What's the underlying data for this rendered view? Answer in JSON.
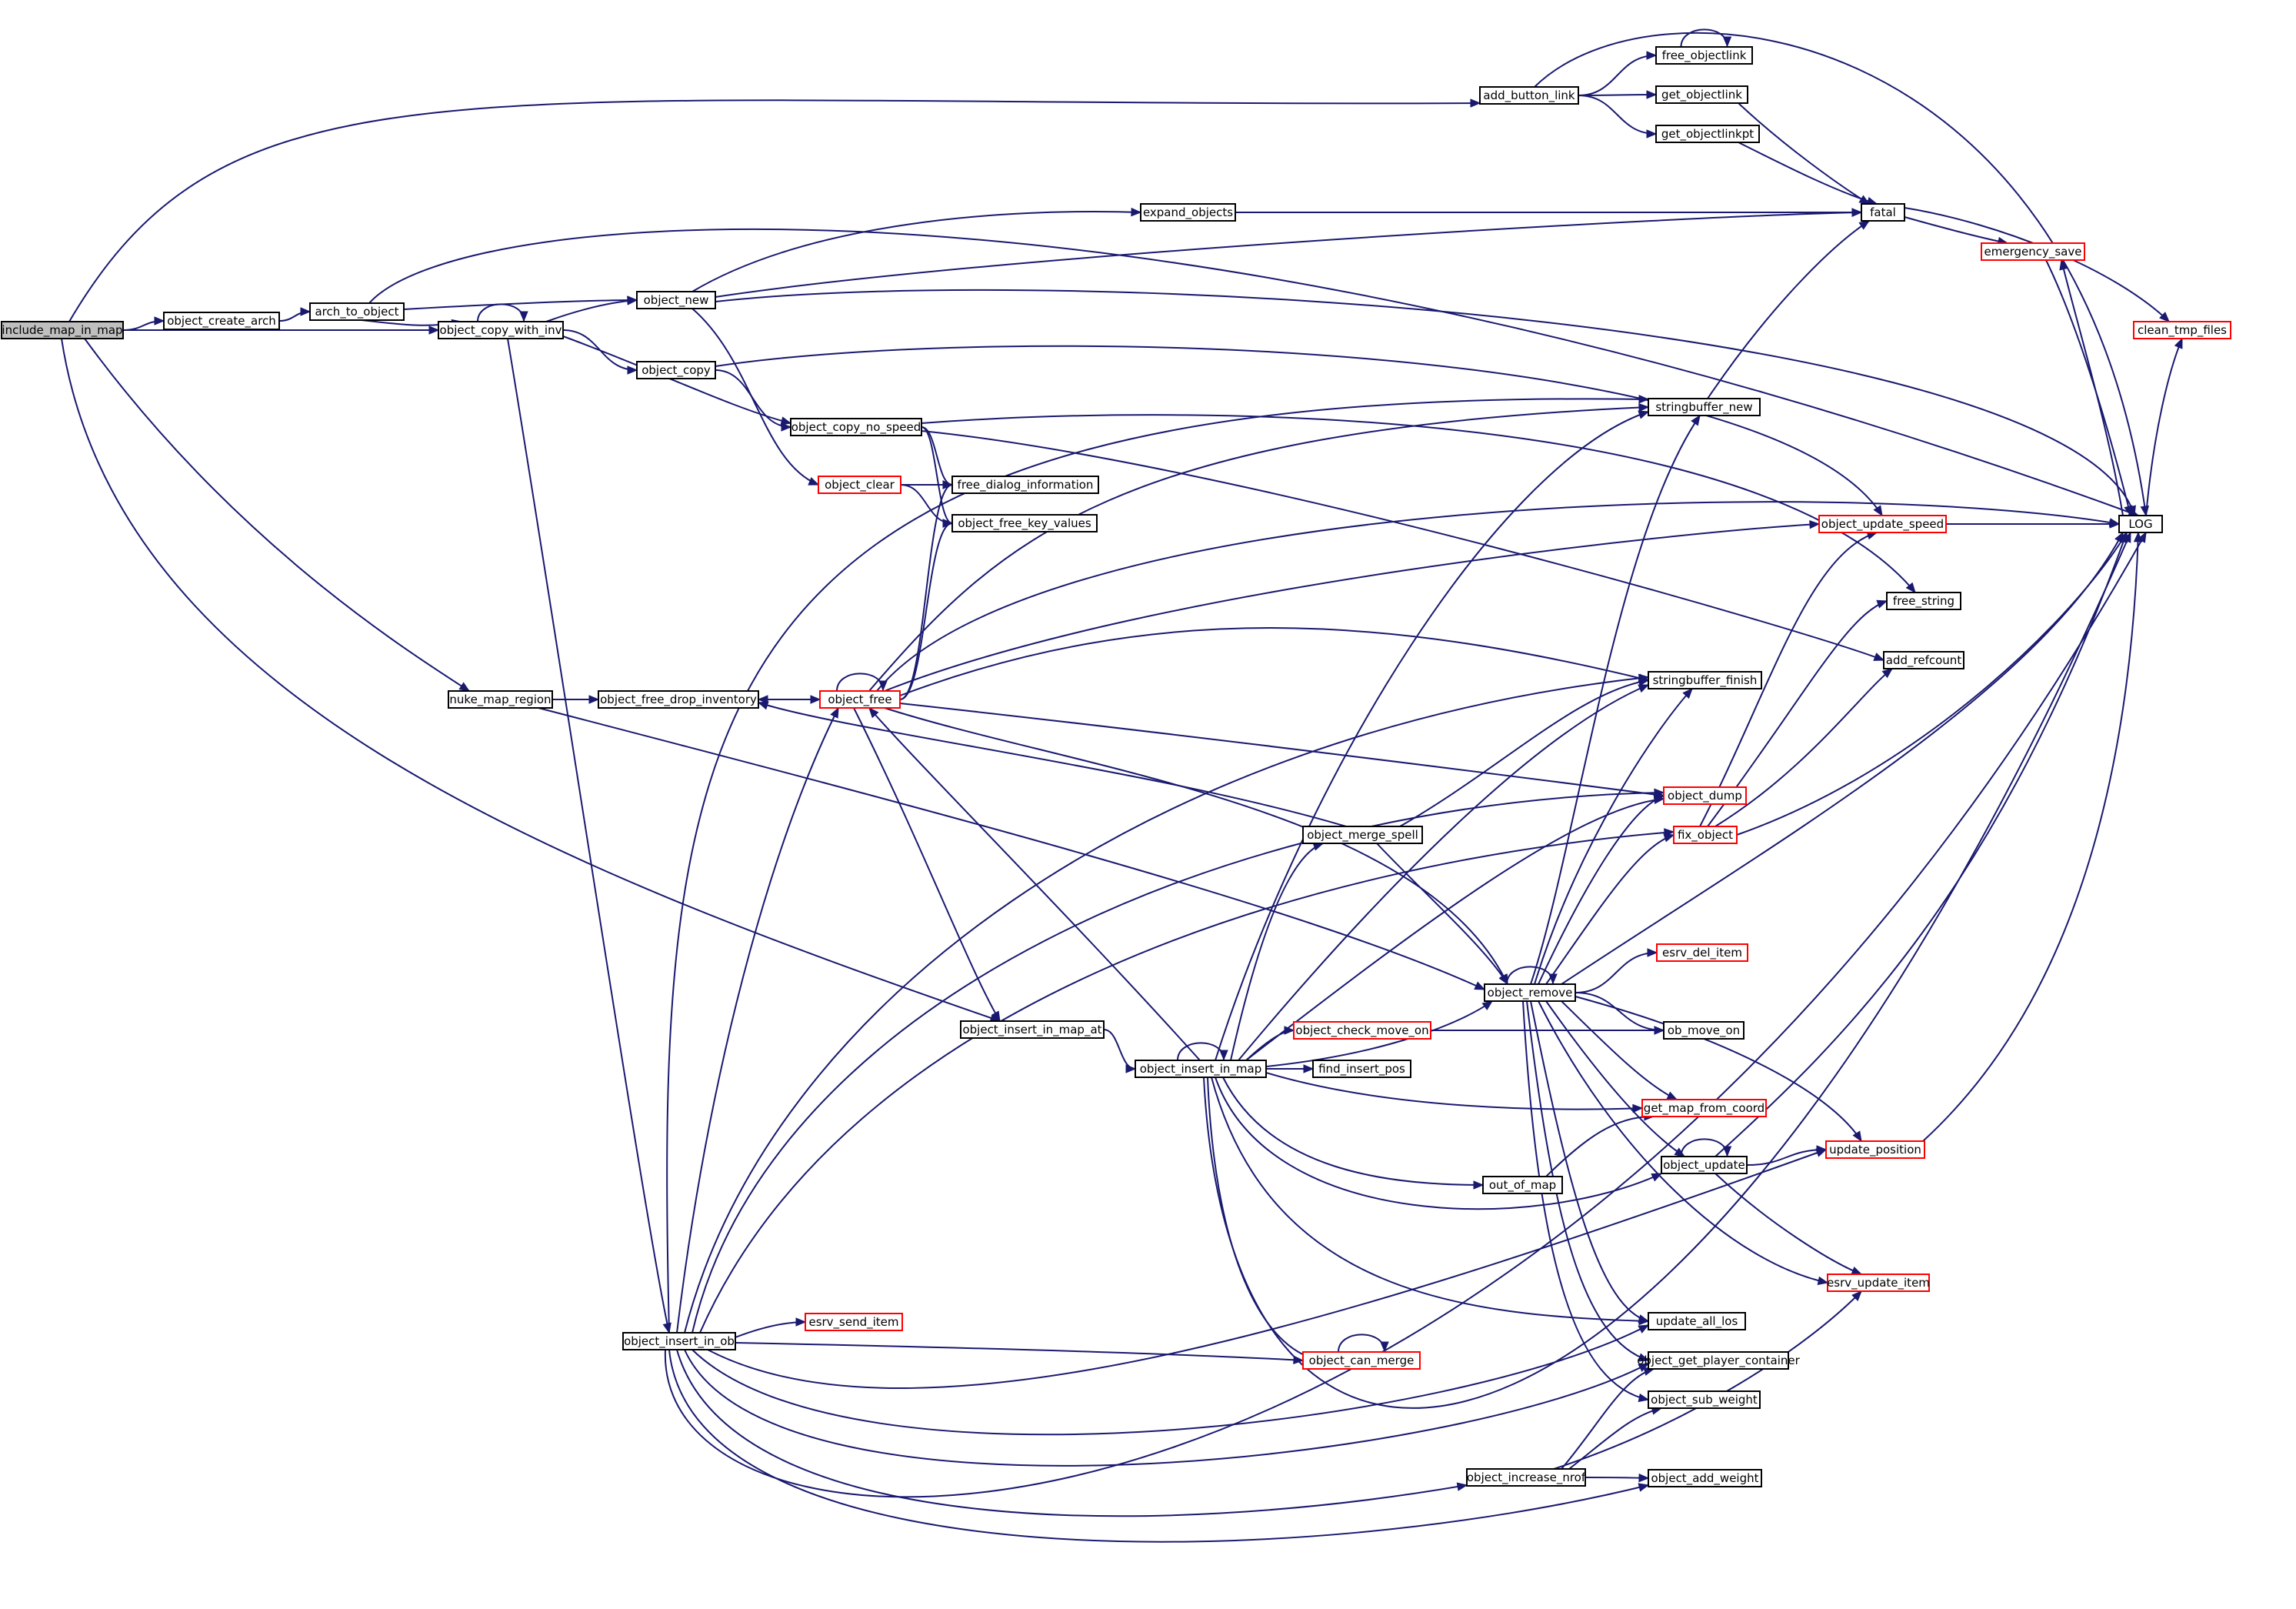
{
  "diagram": {
    "colors": {
      "root_fill": "#bfbfbf",
      "node_fill": "#ffffff",
      "node_stroke": "#000000",
      "truncated_stroke": "#ff0000",
      "edge": "#191970"
    },
    "nodes": [
      {
        "id": "include_map_in_map",
        "label": "include_map_in_map",
        "root": true
      },
      {
        "id": "add_button_link",
        "label": "add_button_link"
      },
      {
        "id": "free_objectlink",
        "label": "free_objectlink"
      },
      {
        "id": "get_objectlink",
        "label": "get_objectlink"
      },
      {
        "id": "get_objectlinkpt",
        "label": "get_objectlinkpt"
      },
      {
        "id": "fatal",
        "label": "fatal"
      },
      {
        "id": "emergency_save",
        "label": "emergency_save",
        "truncated": true
      },
      {
        "id": "clean_tmp_files",
        "label": "clean_tmp_files",
        "truncated": true
      },
      {
        "id": "LOG",
        "label": "LOG"
      },
      {
        "id": "expand_objects",
        "label": "expand_objects"
      },
      {
        "id": "object_create_arch",
        "label": "object_create_arch"
      },
      {
        "id": "arch_to_object",
        "label": "arch_to_object"
      },
      {
        "id": "object_new",
        "label": "object_new"
      },
      {
        "id": "object_copy_with_inv",
        "label": "object_copy_with_inv"
      },
      {
        "id": "object_copy",
        "label": "object_copy"
      },
      {
        "id": "object_copy_no_speed",
        "label": "object_copy_no_speed"
      },
      {
        "id": "object_clear",
        "label": "object_clear",
        "truncated": true
      },
      {
        "id": "free_dialog_information",
        "label": "free_dialog_information"
      },
      {
        "id": "object_free_key_values",
        "label": "object_free_key_values"
      },
      {
        "id": "stringbuffer_new",
        "label": "stringbuffer_new"
      },
      {
        "id": "object_update_speed",
        "label": "object_update_speed",
        "truncated": true
      },
      {
        "id": "free_string",
        "label": "free_string"
      },
      {
        "id": "add_refcount",
        "label": "add_refcount"
      },
      {
        "id": "nuke_map_region",
        "label": "nuke_map_region"
      },
      {
        "id": "object_free_drop_inventory",
        "label": "object_free_drop_inventory"
      },
      {
        "id": "object_free",
        "label": "object_free",
        "truncated": true
      },
      {
        "id": "stringbuffer_finish",
        "label": "stringbuffer_finish"
      },
      {
        "id": "object_dump",
        "label": "object_dump",
        "truncated": true
      },
      {
        "id": "fix_object",
        "label": "fix_object",
        "truncated": true
      },
      {
        "id": "object_merge_spell",
        "label": "object_merge_spell"
      },
      {
        "id": "esrv_del_item",
        "label": "esrv_del_item",
        "truncated": true
      },
      {
        "id": "object_remove",
        "label": "object_remove"
      },
      {
        "id": "object_insert_in_map_at",
        "label": "object_insert_in_map_at"
      },
      {
        "id": "object_check_move_on",
        "label": "object_check_move_on",
        "truncated": true
      },
      {
        "id": "ob_move_on",
        "label": "ob_move_on"
      },
      {
        "id": "object_insert_in_map",
        "label": "object_insert_in_map"
      },
      {
        "id": "find_insert_pos",
        "label": "find_insert_pos"
      },
      {
        "id": "get_map_from_coord",
        "label": "get_map_from_coord",
        "truncated": true
      },
      {
        "id": "object_update",
        "label": "object_update"
      },
      {
        "id": "update_position",
        "label": "update_position",
        "truncated": true
      },
      {
        "id": "out_of_map",
        "label": "out_of_map"
      },
      {
        "id": "esrv_update_item",
        "label": "esrv_update_item",
        "truncated": true
      },
      {
        "id": "object_insert_in_ob",
        "label": "object_insert_in_ob"
      },
      {
        "id": "esrv_send_item",
        "label": "esrv_send_item",
        "truncated": true
      },
      {
        "id": "object_can_merge",
        "label": "object_can_merge",
        "truncated": true
      },
      {
        "id": "update_all_los",
        "label": "update_all_los"
      },
      {
        "id": "object_get_player_container",
        "label": "object_get_player_container"
      },
      {
        "id": "object_sub_weight",
        "label": "object_sub_weight"
      },
      {
        "id": "object_increase_nrof",
        "label": "object_increase_nrof"
      },
      {
        "id": "object_add_weight",
        "label": "object_add_weight"
      }
    ],
    "edges": [
      [
        "include_map_in_map",
        "add_button_link"
      ],
      [
        "include_map_in_map",
        "object_create_arch"
      ],
      [
        "include_map_in_map",
        "object_copy_with_inv"
      ],
      [
        "include_map_in_map",
        "nuke_map_region"
      ],
      [
        "include_map_in_map",
        "object_insert_in_map_at"
      ],
      [
        "add_button_link",
        "free_objectlink"
      ],
      [
        "add_button_link",
        "get_objectlink"
      ],
      [
        "add_button_link",
        "get_objectlinkpt"
      ],
      [
        "add_button_link",
        "LOG"
      ],
      [
        "free_objectlink",
        "free_objectlink"
      ],
      [
        "get_objectlink",
        "fatal"
      ],
      [
        "get_objectlinkpt",
        "fatal"
      ],
      [
        "fatal",
        "emergency_save"
      ],
      [
        "fatal",
        "clean_tmp_files"
      ],
      [
        "emergency_save",
        "LOG"
      ],
      [
        "LOG",
        "emergency_save"
      ],
      [
        "LOG",
        "clean_tmp_files"
      ],
      [
        "expand_objects",
        "fatal"
      ],
      [
        "object_create_arch",
        "arch_to_object"
      ],
      [
        "arch_to_object",
        "LOG"
      ],
      [
        "arch_to_object",
        "object_new"
      ],
      [
        "arch_to_object",
        "object_copy_with_inv"
      ],
      [
        "object_new",
        "expand_objects"
      ],
      [
        "object_new",
        "fatal"
      ],
      [
        "object_new",
        "LOG"
      ],
      [
        "object_new",
        "object_clear"
      ],
      [
        "object_copy_with_inv",
        "object_copy_with_inv"
      ],
      [
        "object_copy_with_inv",
        "object_new"
      ],
      [
        "object_copy_with_inv",
        "object_copy"
      ],
      [
        "object_copy_with_inv",
        "object_copy_no_speed"
      ],
      [
        "object_copy_with_inv",
        "object_insert_in_ob"
      ],
      [
        "object_copy",
        "object_copy_no_speed"
      ],
      [
        "object_copy",
        "object_update_speed"
      ],
      [
        "object_copy_no_speed",
        "free_dialog_information"
      ],
      [
        "object_copy_no_speed",
        "object_free_key_values"
      ],
      [
        "object_copy_no_speed",
        "free_string"
      ],
      [
        "object_copy_no_speed",
        "add_refcount"
      ],
      [
        "object_clear",
        "free_dialog_information"
      ],
      [
        "object_clear",
        "object_free_key_values"
      ],
      [
        "stringbuffer_new",
        "fatal"
      ],
      [
        "object_update_speed",
        "LOG"
      ],
      [
        "nuke_map_region",
        "object_free_drop_inventory"
      ],
      [
        "nuke_map_region",
        "object_remove"
      ],
      [
        "object_free_drop_inventory",
        "object_free"
      ],
      [
        "object_free",
        "object_free"
      ],
      [
        "object_free",
        "object_free_drop_inventory"
      ],
      [
        "object_free",
        "free_dialog_information"
      ],
      [
        "object_free",
        "object_free_key_values"
      ],
      [
        "object_free",
        "stringbuffer_new"
      ],
      [
        "object_free",
        "LOG"
      ],
      [
        "object_free",
        "object_update_speed"
      ],
      [
        "object_free",
        "stringbuffer_finish"
      ],
      [
        "object_free",
        "object_dump"
      ],
      [
        "object_free",
        "object_remove"
      ],
      [
        "object_free",
        "object_insert_in_map_at"
      ],
      [
        "object_merge_spell",
        "object_free_drop_inventory"
      ],
      [
        "object_merge_spell",
        "stringbuffer_finish"
      ],
      [
        "object_merge_spell",
        "object_remove"
      ],
      [
        "fix_object",
        "object_update_speed"
      ],
      [
        "fix_object",
        "free_string"
      ],
      [
        "fix_object",
        "add_refcount"
      ],
      [
        "fix_object",
        "LOG"
      ],
      [
        "object_remove",
        "object_remove"
      ],
      [
        "object_remove",
        "stringbuffer_new"
      ],
      [
        "object_remove",
        "stringbuffer_finish"
      ],
      [
        "object_remove",
        "object_dump"
      ],
      [
        "object_remove",
        "fix_object"
      ],
      [
        "object_remove",
        "LOG"
      ],
      [
        "object_remove",
        "esrv_del_item"
      ],
      [
        "object_remove",
        "ob_move_on"
      ],
      [
        "object_remove",
        "get_map_from_coord"
      ],
      [
        "object_remove",
        "object_update"
      ],
      [
        "object_remove",
        "update_position"
      ],
      [
        "object_remove",
        "esrv_update_item"
      ],
      [
        "object_remove",
        "update_all_los"
      ],
      [
        "object_remove",
        "object_get_player_container"
      ],
      [
        "object_remove",
        "object_sub_weight"
      ],
      [
        "object_insert_in_map_at",
        "object_insert_in_map"
      ],
      [
        "object_insert_in_map",
        "object_insert_in_map"
      ],
      [
        "object_insert_in_map",
        "object_free"
      ],
      [
        "object_insert_in_map",
        "stringbuffer_new"
      ],
      [
        "object_insert_in_map",
        "object_merge_spell"
      ],
      [
        "object_insert_in_map",
        "stringbuffer_finish"
      ],
      [
        "object_insert_in_map",
        "object_dump"
      ],
      [
        "object_insert_in_map",
        "object_remove"
      ],
      [
        "object_insert_in_map",
        "object_check_move_on"
      ],
      [
        "object_insert_in_map",
        "find_insert_pos"
      ],
      [
        "object_insert_in_map",
        "get_map_from_coord"
      ],
      [
        "object_insert_in_map",
        "out_of_map"
      ],
      [
        "object_insert_in_map",
        "object_update"
      ],
      [
        "object_insert_in_map",
        "object_can_merge"
      ],
      [
        "object_insert_in_map",
        "update_all_los"
      ],
      [
        "object_insert_in_map",
        "LOG"
      ],
      [
        "object_check_move_on",
        "ob_move_on"
      ],
      [
        "object_update",
        "object_update"
      ],
      [
        "object_update",
        "update_position"
      ],
      [
        "object_update",
        "esrv_update_item"
      ],
      [
        "object_update",
        "LOG"
      ],
      [
        "update_position",
        "LOG"
      ],
      [
        "out_of_map",
        "get_map_from_coord"
      ],
      [
        "object_insert_in_ob",
        "stringbuffer_new"
      ],
      [
        "object_insert_in_ob",
        "object_free"
      ],
      [
        "object_insert_in_ob",
        "stringbuffer_finish"
      ],
      [
        "object_insert_in_ob",
        "object_dump"
      ],
      [
        "object_insert_in_ob",
        "fix_object"
      ],
      [
        "object_insert_in_ob",
        "esrv_send_item"
      ],
      [
        "object_insert_in_ob",
        "object_can_merge"
      ],
      [
        "object_insert_in_ob",
        "update_position"
      ],
      [
        "object_insert_in_ob",
        "update_all_los"
      ],
      [
        "object_insert_in_ob",
        "object_get_player_container"
      ],
      [
        "object_insert_in_ob",
        "object_increase_nrof"
      ],
      [
        "object_insert_in_ob",
        "object_add_weight"
      ],
      [
        "object_insert_in_ob",
        "LOG"
      ],
      [
        "object_can_merge",
        "object_can_merge"
      ],
      [
        "object_increase_nrof",
        "esrv_update_item"
      ],
      [
        "object_increase_nrof",
        "object_get_player_container"
      ],
      [
        "object_increase_nrof",
        "object_sub_weight"
      ],
      [
        "object_increase_nrof",
        "object_add_weight"
      ]
    ]
  }
}
